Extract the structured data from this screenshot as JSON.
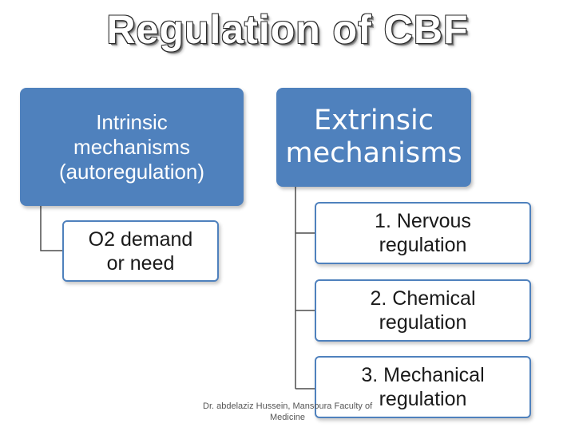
{
  "title": "Regulation of CBF",
  "colors": {
    "box_fill": "#4f81bd",
    "border": "#4f81bd",
    "connector": "#4d4d4d"
  },
  "intrinsic": {
    "heading_lines": [
      "Intrinsic",
      "mechanisms",
      "(autoregulation)"
    ],
    "items": [
      "O2 demand\nor need"
    ]
  },
  "extrinsic": {
    "heading_lines": [
      "Extrinsic",
      "mechanisms"
    ],
    "items": {
      "nervous": [
        "1. Nervous",
        "regulation"
      ],
      "chemical": [
        "2. Chemical",
        "regulation"
      ],
      "mechanical": [
        "3. Mechanical",
        "regulation"
      ]
    }
  },
  "footer": {
    "line1": "Dr. abdelaziz Hussein, Mansoura Faculty of",
    "line2": "Medicine"
  }
}
